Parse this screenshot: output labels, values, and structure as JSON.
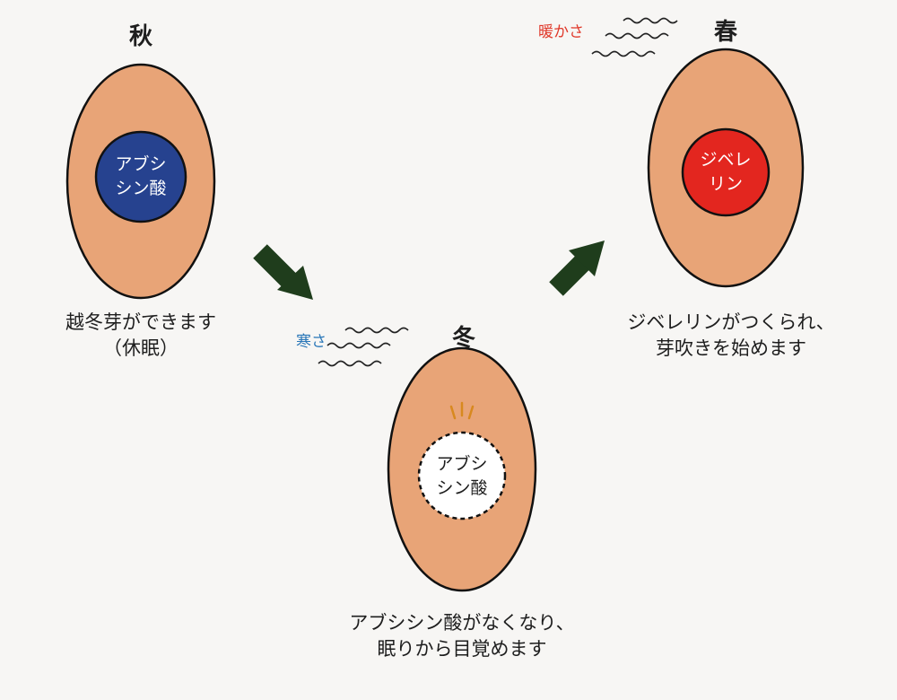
{
  "autumn": {
    "season": "秋",
    "hormone_line1": "アブシ",
    "hormone_line2": "シン酸",
    "caption_line1": "越冬芽ができます",
    "caption_line2": "（休眠）"
  },
  "winter": {
    "season": "冬",
    "stimulus": "寒さ",
    "hormone_line1": "アブシ",
    "hormone_line2": "シン酸",
    "caption_line1": "アブシシン酸がなくなり、",
    "caption_line2": "眠りから目覚めます"
  },
  "spring": {
    "season": "春",
    "stimulus": "暖かさ",
    "hormone_line1": "ジベレ",
    "hormone_line2": "リン",
    "caption_line1": "ジベレリンがつくられ、",
    "caption_line2": "芽吹きを始めます"
  },
  "colors": {
    "bud": "#e8a477",
    "bud_outline": "#111111",
    "abscisic_acid": "#26428f",
    "gibberellin": "#e3261f",
    "arrow": "#1f3d1c",
    "warm_text": "#e0382a",
    "cold_text": "#2a77b8"
  }
}
